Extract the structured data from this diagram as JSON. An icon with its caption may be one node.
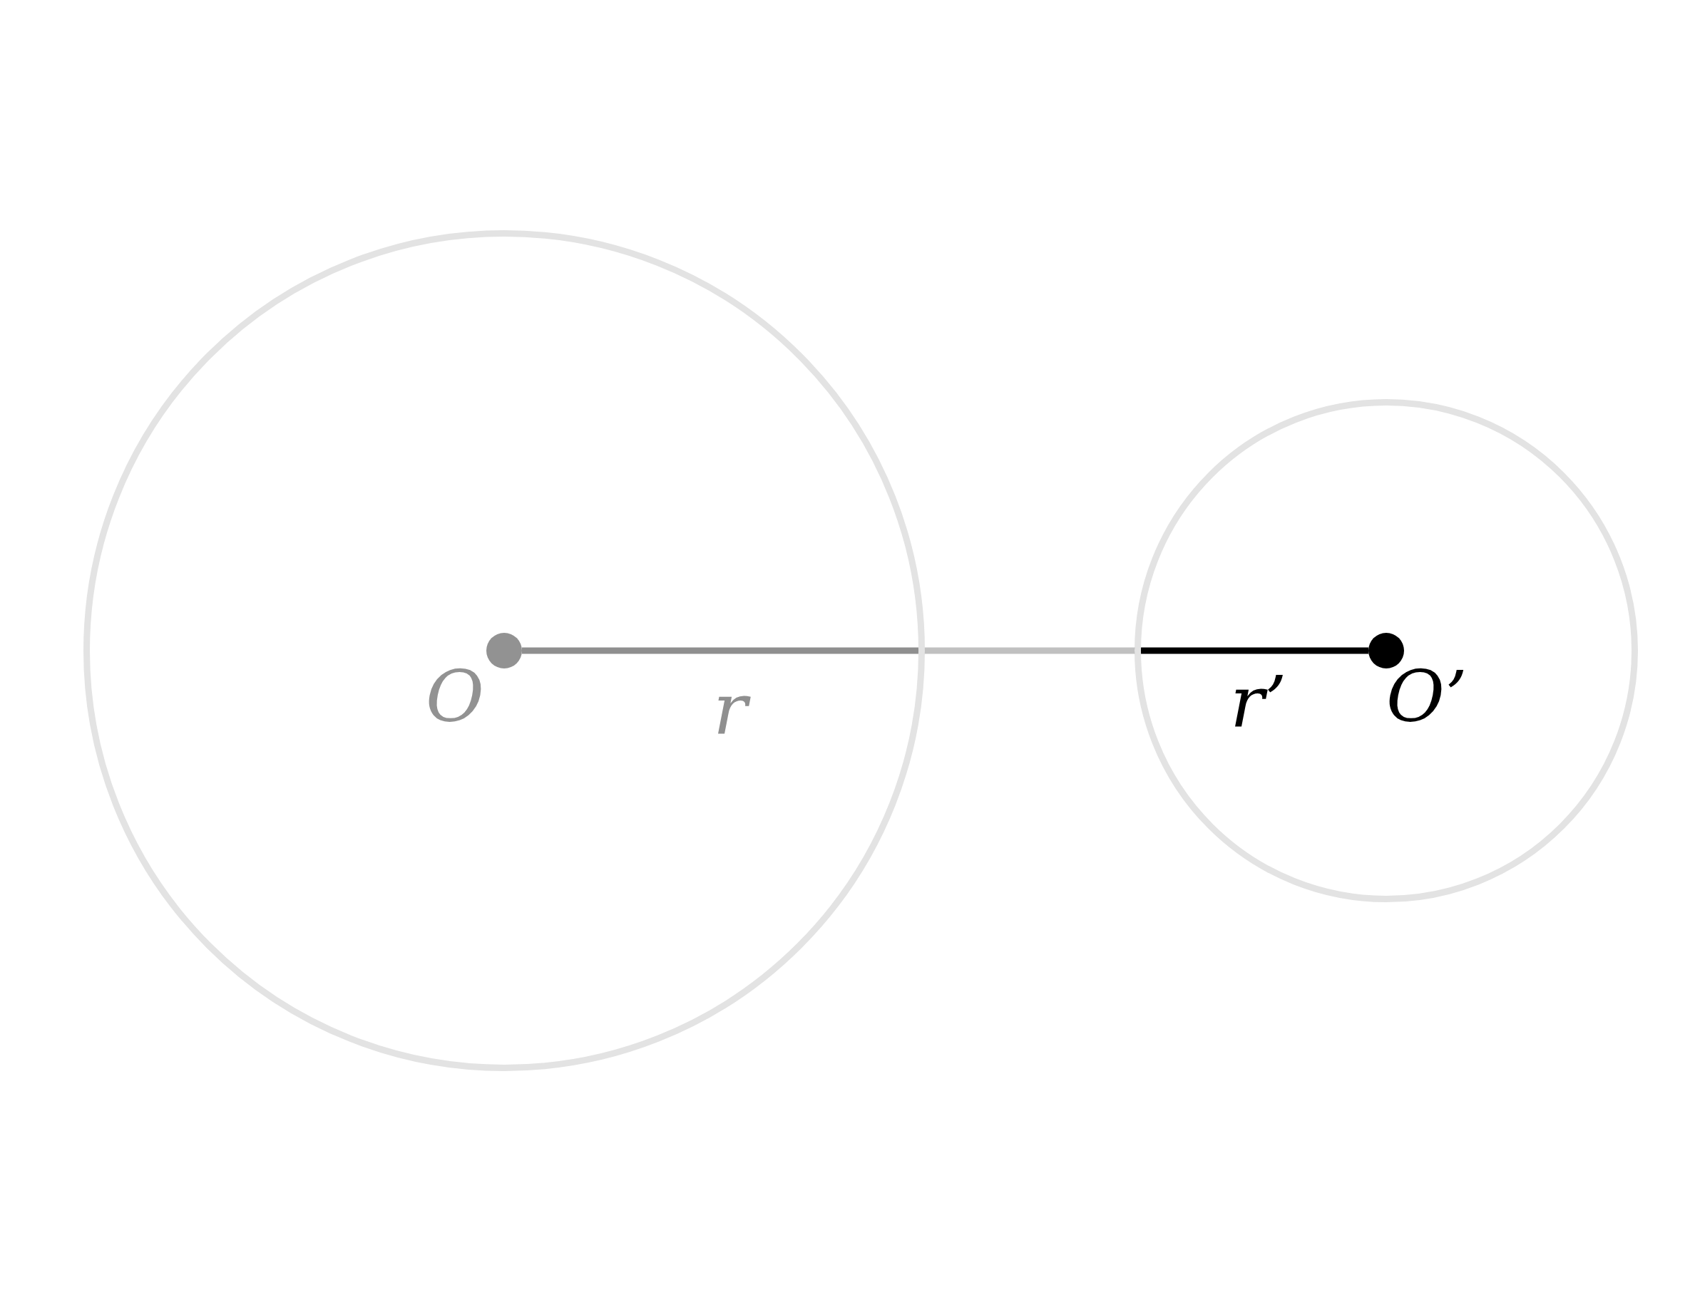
{
  "diagram": {
    "nodes": [
      {
        "text": [],
        "shape": "circle"
      },
      {
        "text": [],
        "shape": "circle",
        "beside": [
          "O"
        ],
        "in": 0
      },
      {
        "text": [],
        "shape": "circle"
      },
      {
        "text": [],
        "shape": "circle",
        "beside": [
          "O’"
        ],
        "in": 2
      }
    ],
    "edges": [
      {
        "from": 1,
        "to": 0,
        "arrow": "none",
        "label": "r",
        "color": "#8f8f8f"
      },
      {
        "from": 0,
        "to": 2,
        "arrow": "none",
        "color": "#c0c0c0"
      },
      {
        "from": 2,
        "to": 3,
        "arrow": "none",
        "label": "r’",
        "color": "#000000"
      }
    ]
  }
}
